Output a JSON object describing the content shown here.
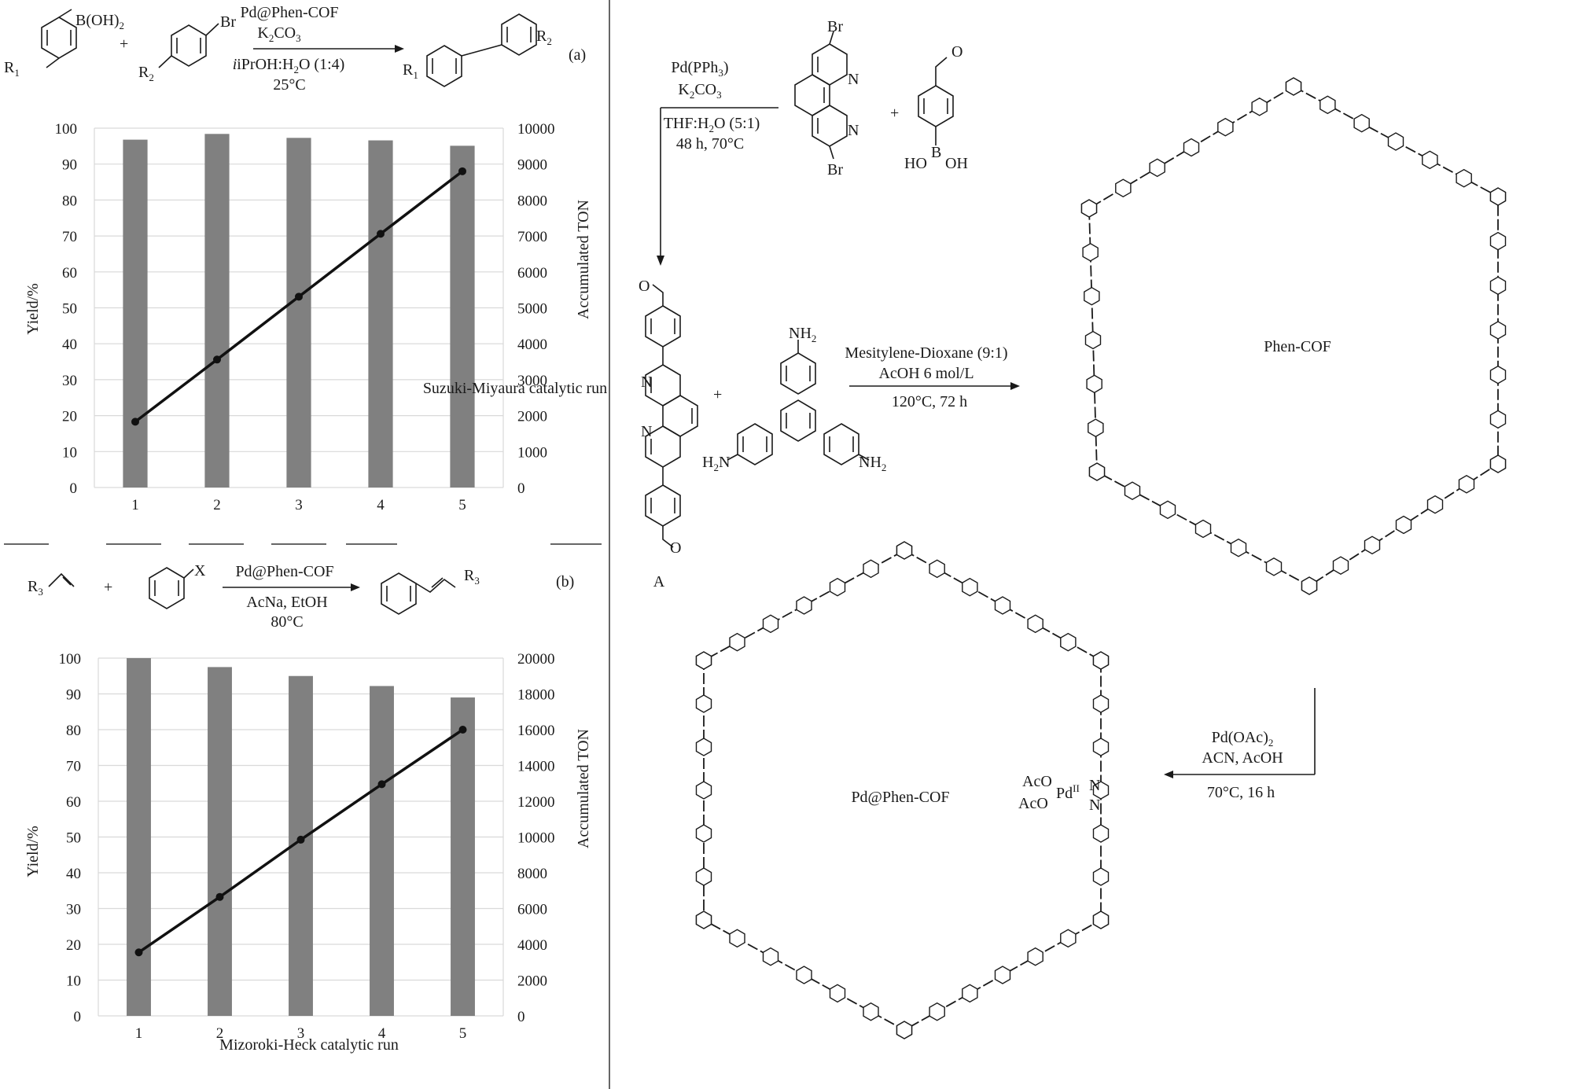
{
  "colors": {
    "bar": "#808080",
    "line": "#111111",
    "grid": "#d9d9d9",
    "ink": "#1a1a1a"
  },
  "scheme_a": {
    "panel_label": "(a)",
    "reactant1_group": "B(OH)",
    "reactant1_sub": "2",
    "reactant1_r": "R",
    "reactant1_r_sub": "1",
    "plus": "+",
    "reactant2_group": "Br",
    "reactant2_r": "R",
    "reactant2_r_sub": "2",
    "cond_catalyst": "Pd@Phen-COF",
    "cond_base_main": "K",
    "cond_base_sub1": "2",
    "cond_base_mid": "CO",
    "cond_base_sub2": "3",
    "cond_solvent_pre": "iPrOH:H",
    "cond_solvent_sub": "2",
    "cond_solvent_post": "O (1:4)",
    "cond_temp": "25°C",
    "product_r1": "R",
    "product_r1_sub": "1",
    "product_r2": "R",
    "product_r2_sub": "2"
  },
  "scheme_b": {
    "panel_label": "(b)",
    "reactant1_r": "R",
    "reactant1_r_sub": "3",
    "plus": "+",
    "reactant2_group": "X",
    "cond_catalyst": "Pd@Phen-COF",
    "cond_solvent": "AcNa, EtOH",
    "cond_temp": "80°C",
    "product_r": "R",
    "product_r_sub": "3"
  },
  "synthesis": {
    "cond1_catalyst_main": "Pd(PPh",
    "cond1_catalyst_sub": "3",
    "cond1_catalyst_end": ")",
    "cond1_base_main": "K",
    "cond1_base_sub1": "2",
    "cond1_base_mid": "CO",
    "cond1_base_sub2": "3",
    "cond1_solvent_pre": "THF:H",
    "cond1_solvent_sub": "2",
    "cond1_solvent_post": "O (5:1)",
    "cond1_time": "48 h, 70°C",
    "phen_br_top": "Br",
    "phen_br_bottom": "Br",
    "phen_n1": "N",
    "phen_n2": "N",
    "aldehyde_o": "O",
    "boronic_b": "B",
    "boronic_ho": "HO",
    "boronic_oh": "OH",
    "plus": "+",
    "compound_a_label": "A",
    "a_o_top": "O",
    "a_o_bottom": "O",
    "a_n1": "N",
    "a_n2": "N",
    "amine_nh2_top": "NH",
    "amine_nh2_sub": "2",
    "amine_h2n_left_pre": "H",
    "amine_h2n_left_sub": "2",
    "amine_h2n_left_post": "N",
    "amine_nh2_right": "NH",
    "cond2_solvent": "Mesitylene-Dioxane (9:1)",
    "cond2_acid": "AcOH 6 mol/L",
    "cond2_time": "120°C, 72 h",
    "cof_label": "Phen-COF",
    "cond3_reagent_main": "Pd(OAc)",
    "cond3_reagent_sub": "2",
    "cond3_solvent": "ACN, AcOH",
    "cond3_time": "70°C, 16 h",
    "pd_cof_label": "Pd@Phen-COF",
    "pd_aco1": "AcO",
    "pd_aco2": "AcO",
    "pd_center": "Pd",
    "pd_ox": "II",
    "n_atom": "N"
  },
  "chart_data": [
    {
      "type": "bar",
      "categories": [
        "1",
        "2",
        "3",
        "4",
        "5"
      ],
      "series": [
        {
          "type": "bar",
          "axis": "left",
          "values": [
            96.8,
            98.4,
            97.3,
            96.6,
            95.1
          ]
        },
        {
          "type": "line",
          "axis": "right",
          "values": [
            1830,
            3560,
            5310,
            7060,
            8800
          ]
        }
      ],
      "title": "",
      "xlabel": "Suzuki-Miyaura catalytic run",
      "ylabel": "Yield/%",
      "y2label": "Accumulated TON",
      "ylim": [
        0,
        100
      ],
      "y_ticks": [
        0,
        10,
        20,
        30,
        40,
        50,
        60,
        70,
        80,
        90,
        100
      ],
      "y2lim": [
        0,
        10000
      ],
      "y2_ticks": [
        0,
        1000,
        2000,
        3000,
        4000,
        5000,
        6000,
        7000,
        8000,
        9000,
        10000
      ],
      "grid": "horizontal"
    },
    {
      "type": "bar",
      "categories": [
        "1",
        "2",
        "3",
        "4",
        "5"
      ],
      "series": [
        {
          "type": "bar",
          "axis": "left",
          "values": [
            100,
            97.5,
            95.0,
            92.2,
            89.0
          ]
        },
        {
          "type": "line",
          "axis": "right",
          "values": [
            3550,
            6650,
            9850,
            12950,
            16000
          ]
        }
      ],
      "title": "",
      "xlabel": "Mizoroki-Heck catalytic run",
      "ylabel": "Yield/%",
      "y2label": "Accumulated TON",
      "ylim": [
        0,
        100
      ],
      "y_ticks": [
        0,
        10,
        20,
        30,
        40,
        50,
        60,
        70,
        80,
        90,
        100
      ],
      "y2lim": [
        0,
        20000
      ],
      "y2_ticks": [
        0,
        2000,
        4000,
        6000,
        8000,
        10000,
        12000,
        14000,
        16000,
        18000,
        20000
      ],
      "grid": "horizontal"
    }
  ]
}
